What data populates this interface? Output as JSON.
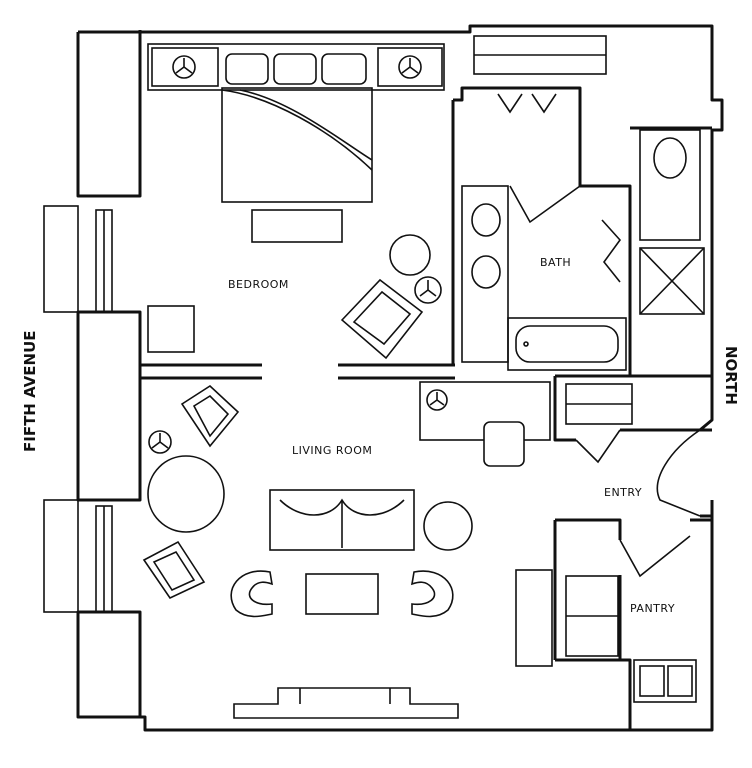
{
  "labels": {
    "bedroom": "BEDROOM",
    "bath": "BATH",
    "living_room": "LIVING ROOM",
    "entry": "ENTRY",
    "pantry": "PANTRY",
    "street": "FIFTH AVENUE",
    "north": "NORTH"
  },
  "colors": {
    "line": "#111111",
    "background": "#ffffff"
  }
}
